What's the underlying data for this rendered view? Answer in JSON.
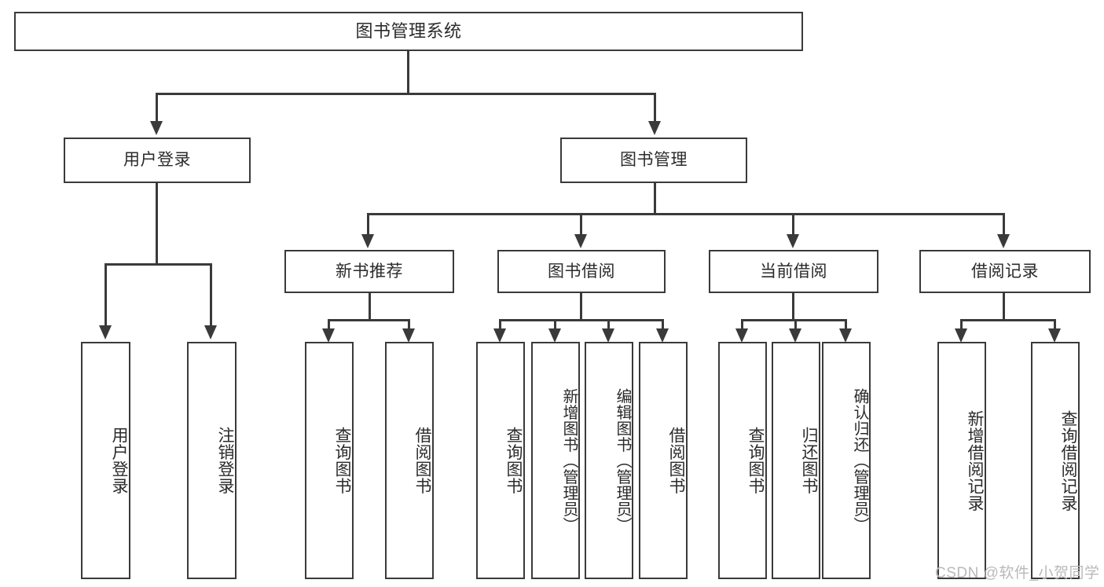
{
  "diagram": {
    "title": "图书管理系统",
    "type": "tree-hierarchy",
    "root": {
      "label": "图书管理系统"
    },
    "level1": [
      {
        "label": "用户登录"
      },
      {
        "label": "图书管理"
      }
    ],
    "level2": [
      {
        "label": "新书推荐"
      },
      {
        "label": "图书借阅"
      },
      {
        "label": "当前借阅"
      },
      {
        "label": "借阅记录"
      }
    ],
    "leaves_user_login": [
      {
        "label": "用户登录"
      },
      {
        "label": "注销登录"
      }
    ],
    "leaves_new_book": [
      {
        "label": "查询图书"
      },
      {
        "label": "借阅图书"
      }
    ],
    "leaves_borrow": [
      {
        "label": "查询图书"
      },
      {
        "label": "新增图书（管理员）"
      },
      {
        "label": "编辑图书（管理员）"
      },
      {
        "label": "借阅图书"
      }
    ],
    "leaves_current": [
      {
        "label": "查询图书"
      },
      {
        "label": "归还图书"
      },
      {
        "label": "确认归还（管理员）"
      }
    ],
    "leaves_records": [
      {
        "label": "新增借阅记录"
      },
      {
        "label": "查询借阅记录"
      }
    ]
  },
  "watermark": {
    "text": "CSDN @软件_小贺同学"
  },
  "colors": {
    "stroke": "#3a3a3a",
    "text": "#2b2b2b",
    "background": "#ffffff",
    "watermark": "#b9b9b9"
  }
}
